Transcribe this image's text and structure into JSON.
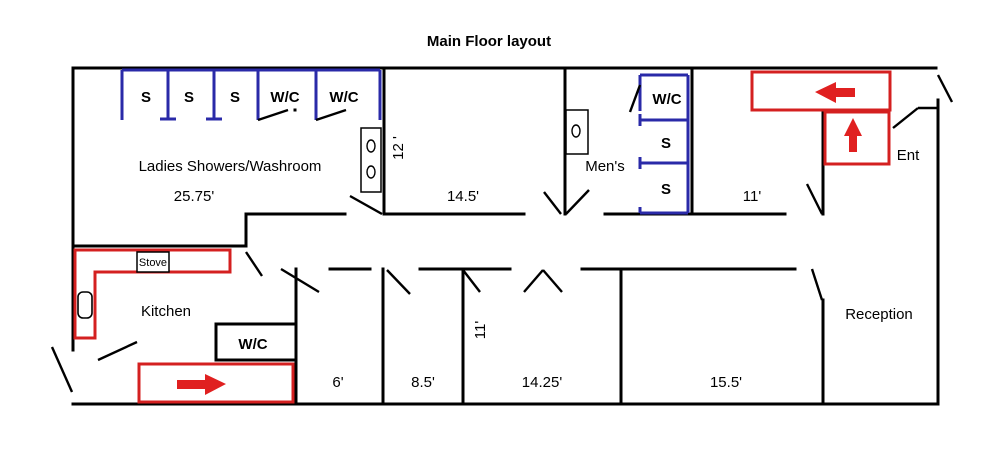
{
  "title": "Main Floor layout",
  "rooms": {
    "ladies": "Ladies Showers/Washroom",
    "ladies_dim": "25.75'",
    "mid_dim": "14.5'",
    "mid_vert_dim": "12 '",
    "mens": "Men's",
    "right_dim": "11'",
    "entrance": "Ent",
    "kitchen": "Kitchen",
    "stove": "Stove",
    "reception": "Reception",
    "office_a": "6'",
    "office_b": "8.5'",
    "office_c": "14.25'",
    "office_c_vert": "11'",
    "office_d": "15.5'"
  },
  "fixtures": {
    "shower": "S",
    "wc": "W/C"
  },
  "colors": {
    "walls": "#000000",
    "fixtures": "#2a2aa8",
    "exits": "#d42020"
  },
  "icons": {
    "exit_arrow": "arrow-icon",
    "sink": "sink-icon",
    "fridge": "fridge-icon"
  }
}
